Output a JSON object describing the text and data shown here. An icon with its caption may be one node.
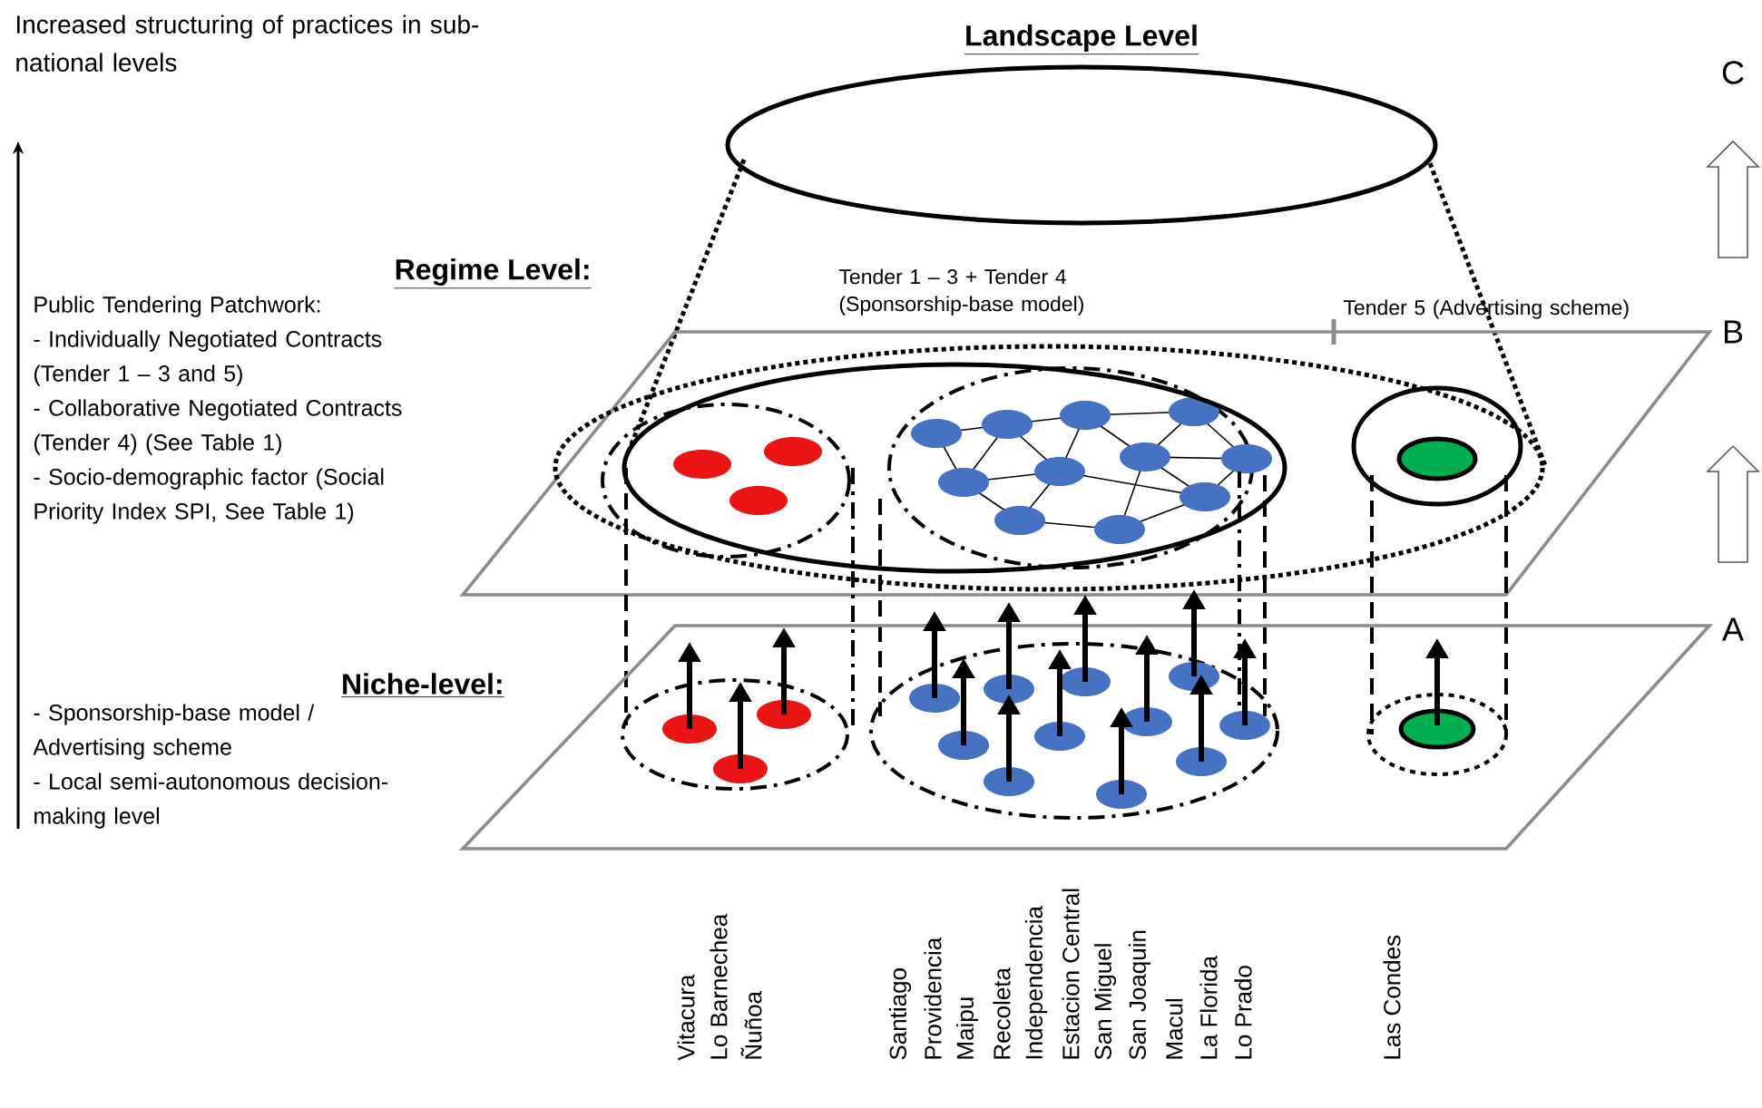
{
  "diagram": {
    "nodes": [
      {
        "text": [
          "Tender 1 – 3 + Tender 4 (Sponsorship-base model)"
        ]
      },
      {
        "text": [
          "Tender 5 (Advertising scheme)"
        ]
      },
      {
        "text": [
          "Landscape Level"
        ]
      }
    ],
    "labels": [
      "Increased structuring of practices in sub-national levels",
      "C",
      "B",
      "A",
      "Regime Level:",
      "Public Tendering Patchwork:",
      "- Individually Negotiated Contracts (Tender 1 – 3 and 5)",
      "- Collaborative Negotiated Contracts (Tender 4) (See Table 1)",
      "- Socio-demographic factor (Social Priority Index SPI, See Table 1)",
      "Niche-level:",
      "- Sponsorship-base model / Advertising scheme",
      "- Local semi-autonomous decision-making level",
      "Vitacura",
      "Lo Barnechea",
      "Ñuñoa",
      "Santiago",
      "Providencia",
      "Maipu",
      "Recoleta",
      "Independencia",
      "Estacion Central",
      "San Miguel",
      "San Joaquin",
      "Macul",
      "La Florida",
      "Lo Prado",
      "Las Condes"
    ]
  }
}
